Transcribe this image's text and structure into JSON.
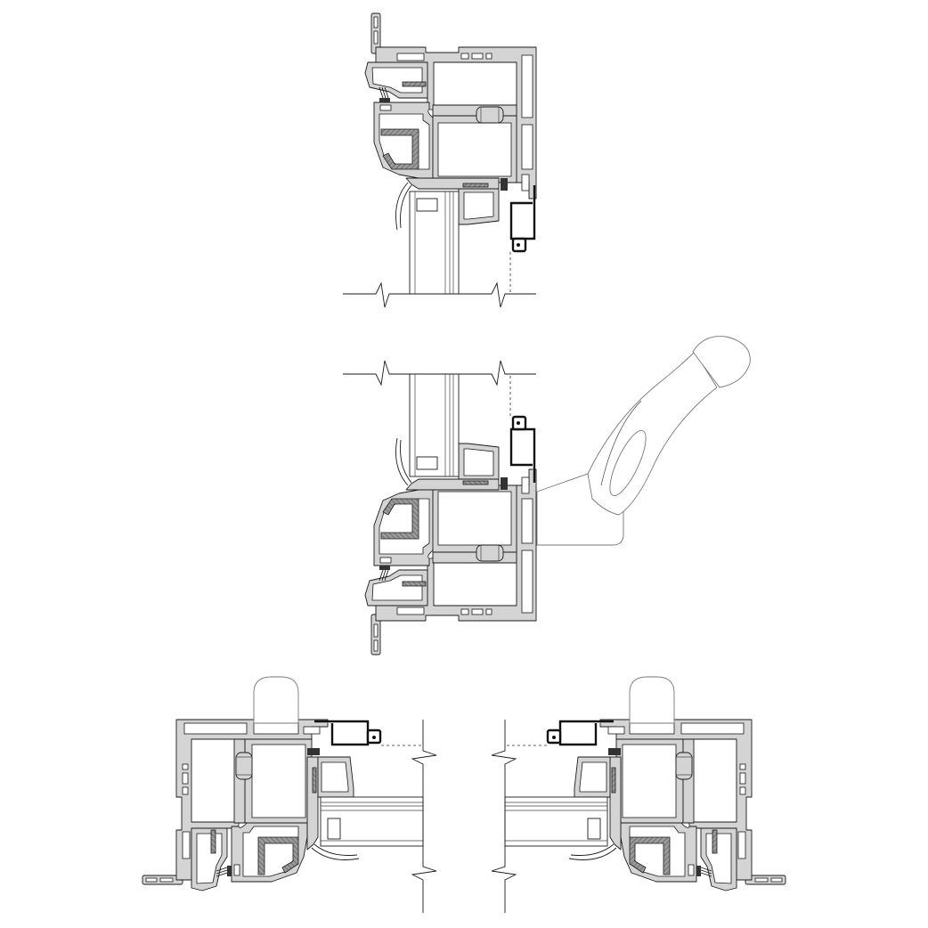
{
  "drawing": {
    "views": [
      "head-section",
      "sill-section-with-handle",
      "left-jamb-section",
      "right-jamb-section"
    ],
    "colors": {
      "profile_fill": "#d4d4d4",
      "outline": "#1a1a1a",
      "cover_profile": "#111111",
      "handle_outline": "#777777"
    }
  }
}
